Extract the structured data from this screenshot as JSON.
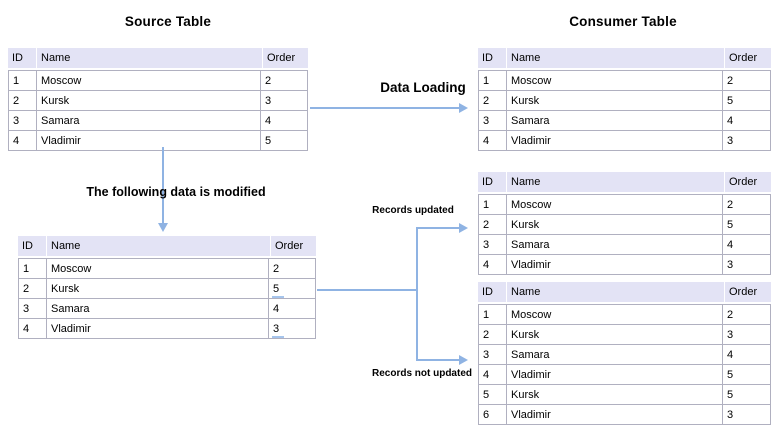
{
  "diagram": {
    "source_title": "Source Table",
    "consumer_title": "Consumer Table",
    "labels": {
      "data_loading": "Data Loading",
      "modified": "The following data is modified",
      "records_updated": "Records updated",
      "records_not_updated": "Records not updated"
    },
    "colors": {
      "arrow": "#8FB3E3",
      "header_bg": "#E3E3F5",
      "grid_border": "#B0B0C0",
      "modified_underline": "#A6C5EC"
    },
    "columns": [
      "ID",
      "Name",
      "Order"
    ],
    "tables": {
      "source": {
        "rows": [
          [
            "1",
            "Moscow",
            "2"
          ],
          [
            "2",
            "Kursk",
            "3"
          ],
          [
            "3",
            "Samara",
            "4"
          ],
          [
            "4",
            "Vladimir",
            "5"
          ]
        ]
      },
      "modified_source": {
        "rows": [
          [
            "1",
            "Moscow",
            "2"
          ],
          [
            "2",
            "Kursk",
            "5"
          ],
          [
            "3",
            "Samara",
            "4"
          ],
          [
            "4",
            "Vladimir",
            "3"
          ]
        ],
        "underlined_rows": [
          1,
          3
        ]
      },
      "consumer_loaded": {
        "rows": [
          [
            "1",
            "Moscow",
            "2"
          ],
          [
            "2",
            "Kursk",
            "5"
          ],
          [
            "3",
            "Samara",
            "4"
          ],
          [
            "4",
            "Vladimir",
            "3"
          ]
        ]
      },
      "consumer_updated": {
        "rows": [
          [
            "1",
            "Moscow",
            "2"
          ],
          [
            "2",
            "Kursk",
            "5"
          ],
          [
            "3",
            "Samara",
            "4"
          ],
          [
            "4",
            "Vladimir",
            "3"
          ]
        ]
      },
      "consumer_not_updated": {
        "rows": [
          [
            "1",
            "Moscow",
            "2"
          ],
          [
            "2",
            "Kursk",
            "3"
          ],
          [
            "3",
            "Samara",
            "4"
          ],
          [
            "4",
            "Vladimir",
            "5"
          ],
          [
            "5",
            "Kursk",
            "5"
          ],
          [
            "6",
            "Vladimir",
            "3"
          ]
        ]
      }
    }
  }
}
